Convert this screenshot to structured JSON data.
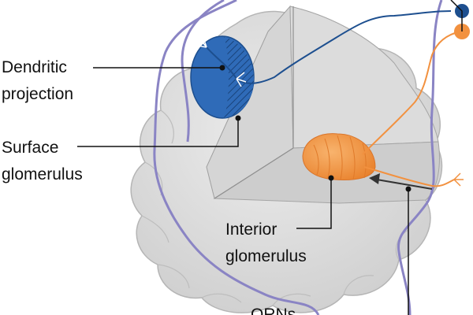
{
  "labels": {
    "dendritic_line1": "Dendritic",
    "dendritic_line2": "projection",
    "surface_line1": "Surface",
    "surface_line2": "glomerulus",
    "interior_line1": "Interior",
    "interior_line2": "glomerulus",
    "orns": "ORNs"
  },
  "colors": {
    "blue": "#2f6bb8",
    "blue_dark": "#1d4f8f",
    "orange": "#f2913f",
    "orange_dark": "#d9742a",
    "purple_outline": "#8a84c4",
    "lobe_fill": "#e4e4e4",
    "lobe_edge": "#b5b5b5",
    "cut_face": "#d3d3d3",
    "text": "#111111"
  }
}
